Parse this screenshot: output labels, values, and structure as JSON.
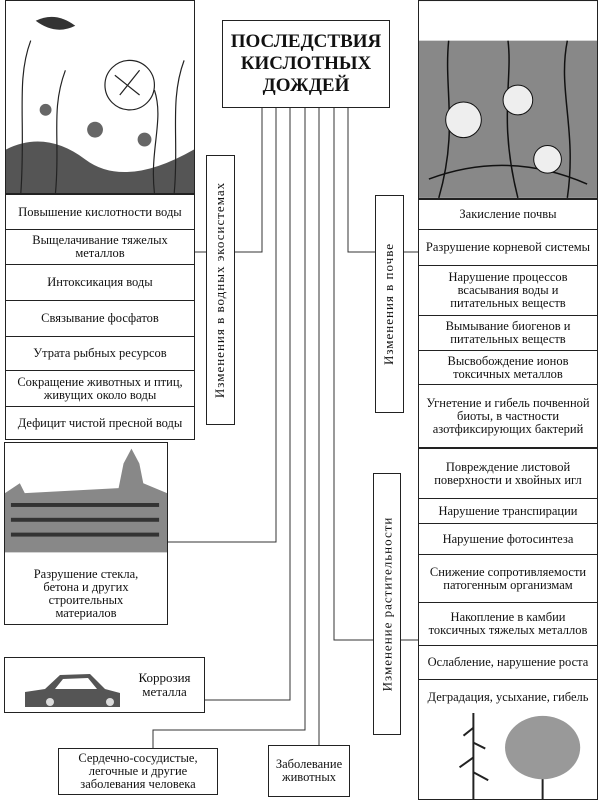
{
  "title": "ПОСЛЕДСТВИЯ КИСЛОТНЫХ ДОЖДЕЙ",
  "categories": {
    "water": {
      "label": "Изменения в водных экосистемах",
      "items": [
        "Повышение кислотности воды",
        "Выщелачивание тяжелых металлов",
        "Интоксикация воды",
        "Связывание фосфатов",
        "Утрата рыбных ресурсов",
        "Сокращение животных и птиц, живущих около воды",
        "Дефицит чистой пресной воды"
      ]
    },
    "soil": {
      "label": "Изменения в почве",
      "items": [
        "Закисление почвы",
        "Разрушение корневой системы",
        "Нарушение процессов всасывания воды и питательных веществ",
        "Вымывание биогенов и питательных веществ",
        "Высвобождение ионов токсичных металлов",
        "Угнетение и гибель почвенной биоты, в частности азотфиксирующих бактерий"
      ]
    },
    "vegetation": {
      "label": "Изменение растительности",
      "items": [
        "Повреждение листовой поверхности и хвойных игл",
        "Нарушение транспирации",
        "Нарушение фотосинтеза",
        "Снижение сопротивляемости патогенным организмам",
        "Накопление в камбии токсичных тяжелых металлов",
        "Ослабление, нарушение роста",
        "Деградация, усыхание, гибель"
      ]
    }
  },
  "standalone": {
    "buildings": "Разрушение стекла, бетона и других строительных материалов",
    "corrosion": "Коррозия металла",
    "human": "Сердечно-сосудистые, легочные и другие заболевания человека",
    "animals": "Заболевание животных"
  }
}
